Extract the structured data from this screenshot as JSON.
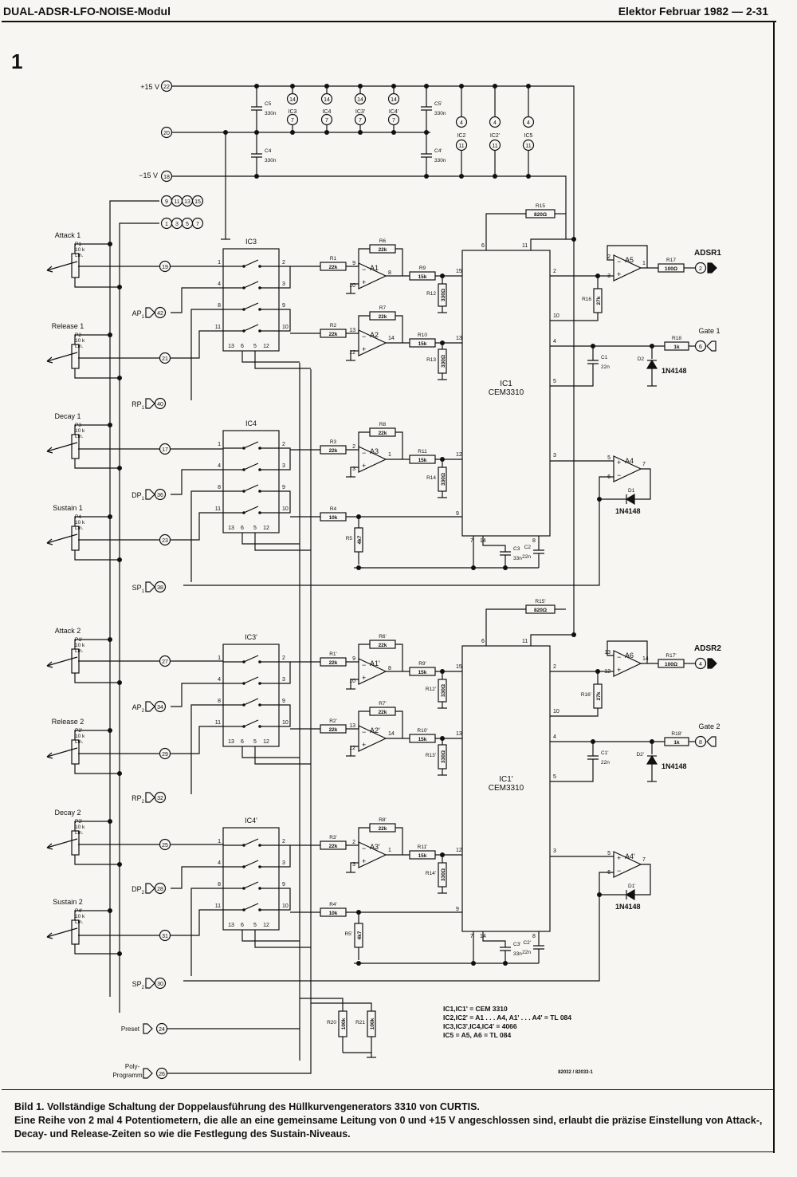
{
  "header": {
    "left": "DUAL-ADSR-LFO-NOISE-Modul",
    "right": "Elektor Februar 1982 — 2-31"
  },
  "figure_number": "1",
  "power": {
    "plus15": "+15 V",
    "plus15_pin": "22",
    "gnd_pin": "20",
    "minus15": "−15 V",
    "minus15_pin": "18",
    "bus_a": [
      "9",
      "11",
      "13",
      "15"
    ],
    "bus_b": [
      "1",
      "3",
      "5",
      "7"
    ]
  },
  "decoupling": [
    {
      "name": "C5",
      "value": "330n"
    },
    {
      "name": "C4",
      "value": "330n"
    },
    {
      "name": "C5'",
      "value": "330n"
    },
    {
      "name": "C4'",
      "value": "330n"
    }
  ],
  "supply_pins_top": [
    {
      "top": "14",
      "ic": "IC3",
      "bottom": "7"
    },
    {
      "top": "14",
      "ic": "IC4",
      "bottom": "7"
    },
    {
      "top": "14",
      "ic": "IC3'",
      "bottom": "7"
    },
    {
      "top": "14",
      "ic": "IC4'",
      "bottom": "7"
    }
  ],
  "supply_pins_bottom": [
    {
      "top": "4",
      "ic": "IC2",
      "bottom": "11"
    },
    {
      "top": "4",
      "ic": "IC2'",
      "bottom": "11"
    },
    {
      "top": "4",
      "ic": "IC5",
      "bottom": "11"
    }
  ],
  "pots": [
    {
      "title": "Attack 1",
      "name": "P1",
      "val": "10 k",
      "type": "Lin.",
      "pin": "19"
    },
    {
      "title": "Release 1",
      "name": "P2",
      "val": "10 k",
      "type": "Lin.",
      "pin": "21"
    },
    {
      "title": "Decay 1",
      "name": "P3",
      "val": "10 k",
      "type": "Lin.",
      "pin": "17"
    },
    {
      "title": "Sustain 1",
      "name": "P4",
      "val": "10 k",
      "type": "Lin.",
      "pin": "23"
    },
    {
      "title": "Attack 2",
      "name": "P1'",
      "val": "10 k",
      "type": "Lin.",
      "pin": "27"
    },
    {
      "title": "Release 2",
      "name": "P2'",
      "val": "10 k",
      "type": "Lin.",
      "pin": "29"
    },
    {
      "title": "Decay 2",
      "name": "P3'",
      "val": "10 k",
      "type": "Lin.",
      "pin": "25"
    },
    {
      "title": "Sustain 2",
      "name": "P4'",
      "val": "10 k",
      "type": "Lin.",
      "pin": "31"
    }
  ],
  "cv_inputs": [
    {
      "label": "AP1",
      "pin": "42"
    },
    {
      "label": "RP1",
      "pin": "40"
    },
    {
      "label": "DP1",
      "pin": "36"
    },
    {
      "label": "SP1",
      "pin": "38"
    },
    {
      "label": "AP2",
      "pin": "34"
    },
    {
      "label": "RP2",
      "pin": "32"
    },
    {
      "label": "DP2",
      "pin": "28"
    },
    {
      "label": "SP2",
      "pin": "30"
    }
  ],
  "switches": [
    {
      "name": "IC3",
      "left": [
        "1",
        "4",
        "8",
        "11"
      ],
      "right": [
        "2",
        "3",
        "9",
        "10"
      ],
      "bottom": [
        "13",
        "6",
        "5",
        "12"
      ]
    },
    {
      "name": "IC4",
      "left": [
        "1",
        "4",
        "8",
        "11"
      ],
      "right": [
        "2",
        "3",
        "9",
        "10"
      ],
      "bottom": [
        "13",
        "6",
        "5",
        "12"
      ]
    },
    {
      "name": "IC3'",
      "left": [
        "1",
        "4",
        "8",
        "11"
      ],
      "right": [
        "2",
        "3",
        "9",
        "10"
      ],
      "bottom": [
        "13",
        "6",
        "5",
        "12"
      ]
    },
    {
      "name": "IC4'",
      "left": [
        "1",
        "4",
        "8",
        "11"
      ],
      "right": [
        "2",
        "3",
        "9",
        "10"
      ],
      "bottom": [
        "13",
        "6",
        "5",
        "12"
      ]
    }
  ],
  "resistors": [
    {
      "name": "R1",
      "value": "22k"
    },
    {
      "name": "R6",
      "value": "22k"
    },
    {
      "name": "R9",
      "value": "15k"
    },
    {
      "name": "R12",
      "value": "330Ω"
    },
    {
      "name": "R2",
      "value": "22k"
    },
    {
      "name": "R7",
      "value": "22k"
    },
    {
      "name": "R10",
      "value": "15k"
    },
    {
      "name": "R13",
      "value": "330Ω"
    },
    {
      "name": "R3",
      "value": "22k"
    },
    {
      "name": "R8",
      "value": "22k"
    },
    {
      "name": "R11",
      "value": "15k"
    },
    {
      "name": "R14",
      "value": "330Ω"
    },
    {
      "name": "R4",
      "value": "10k"
    },
    {
      "name": "R5",
      "value": "4k7"
    },
    {
      "name": "R15",
      "value": "820Ω"
    },
    {
      "name": "R16",
      "value": "27k"
    },
    {
      "name": "R17",
      "value": "100Ω"
    },
    {
      "name": "R18",
      "value": "1k"
    },
    {
      "name": "R1'",
      "value": "22k"
    },
    {
      "name": "R6'",
      "value": "22k"
    },
    {
      "name": "R9'",
      "value": "15k"
    },
    {
      "name": "R12'",
      "value": "330Ω"
    },
    {
      "name": "R2'",
      "value": "22k"
    },
    {
      "name": "R7'",
      "value": "22k"
    },
    {
      "name": "R10'",
      "value": "15k"
    },
    {
      "name": "R13'",
      "value": "330Ω"
    },
    {
      "name": "R3'",
      "value": "22k"
    },
    {
      "name": "R8'",
      "value": "22k"
    },
    {
      "name": "R11'",
      "value": "15k"
    },
    {
      "name": "R14'",
      "value": "330Ω"
    },
    {
      "name": "R4'",
      "value": "10k"
    },
    {
      "name": "R5'",
      "value": "4k7"
    },
    {
      "name": "R15'",
      "value": "820Ω"
    },
    {
      "name": "R16'",
      "value": "27k"
    },
    {
      "name": "R17'",
      "value": "100Ω"
    },
    {
      "name": "R18'",
      "value": "1k"
    },
    {
      "name": "R20",
      "value": "100k"
    },
    {
      "name": "R21",
      "value": "100k"
    }
  ],
  "capacitors": [
    {
      "name": "C1",
      "value": "22n"
    },
    {
      "name": "C2",
      "value": "22n"
    },
    {
      "name": "C3",
      "value": "33n"
    },
    {
      "name": "C1'",
      "value": "22n"
    },
    {
      "name": "C2'",
      "value": "22n"
    },
    {
      "name": "C3'",
      "value": "33n"
    }
  ],
  "diodes": [
    {
      "name": "D1",
      "type": "1N4148"
    },
    {
      "name": "D2",
      "type": "1N4148"
    },
    {
      "name": "D1'",
      "type": "1N4148"
    },
    {
      "name": "D2'",
      "type": "1N4148"
    }
  ],
  "opamps": [
    "A1",
    "A2",
    "A3",
    "A4",
    "A5",
    "A1'",
    "A2'",
    "A3'",
    "A4'",
    "A6"
  ],
  "envelope_ics": [
    {
      "name": "IC1",
      "type": "CEM3310"
    },
    {
      "name": "IC1'",
      "type": "CEM3310"
    }
  ],
  "outputs": [
    {
      "label": "ADSR1",
      "pin": "2"
    },
    {
      "label": "Gate 1",
      "pin": "6"
    },
    {
      "label": "ADSR2",
      "pin": "4"
    },
    {
      "label": "Gate 2",
      "pin": "8"
    }
  ],
  "misc_inputs": [
    {
      "label": "Preset",
      "pin": "24"
    },
    {
      "label": "Poly-",
      "label2": "Programm",
      "pin": "26"
    }
  ],
  "parts_notes": [
    "IC1,IC1' = CEM 3310",
    "IC2,IC2' = A1 . . . A4, A1' . . . A4' = TL 084",
    "IC3,IC3',IC4,IC4' = 4066",
    "IC5 = A5, A6 = TL 084"
  ],
  "drawing_number": "82032 / 82033-1",
  "caption": {
    "bold_lead": "Bild 1. Vollständige Schaltung der Doppelausführung des Hüllkurvengenerators 3310 von CURTIS.",
    "body": "Eine Reihe von 2 mal 4 Potentiometern, die alle an eine gemeinsame Leitung von 0 und +15 V angeschlossen sind, erlaubt die präzise Einstellung von Attack-, Decay- und Release-Zeiten so wie die Festlegung des Sustain-Niveaus."
  }
}
